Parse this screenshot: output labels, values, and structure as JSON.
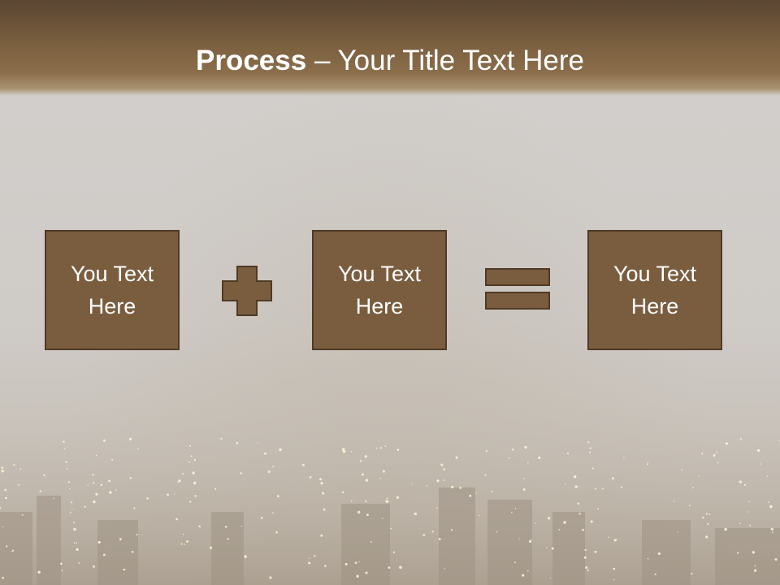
{
  "slide": {
    "title_bold": "Process",
    "title_rest": " – Your Title Text Here"
  },
  "boxes": [
    {
      "label": "You Text Here"
    },
    {
      "label": "You Text Here"
    },
    {
      "label": "You Text Here"
    }
  ],
  "operators": {
    "first": "plus-icon",
    "second": "equals-icon"
  },
  "colors": {
    "header": "#7a5f3f",
    "box_fill": "#7a5d3f",
    "box_border": "#4f3a25",
    "background": "#cfccc9",
    "text": "#ffffff"
  }
}
